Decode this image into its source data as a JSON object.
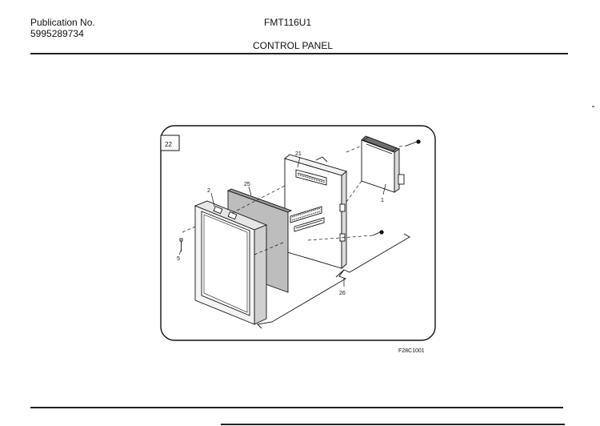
{
  "header": {
    "publication_label": "Publication No.",
    "publication_number": "5995289734",
    "model": "FMT116U1",
    "section_title": "CONTROL PANEL"
  },
  "diagram": {
    "box_number": "22",
    "figure_code": "F28C1001",
    "callouts": {
      "item_1": "1",
      "item_2": "2",
      "item_5": "5",
      "item_21": "21",
      "item_25": "25",
      "item_26": "26"
    }
  }
}
